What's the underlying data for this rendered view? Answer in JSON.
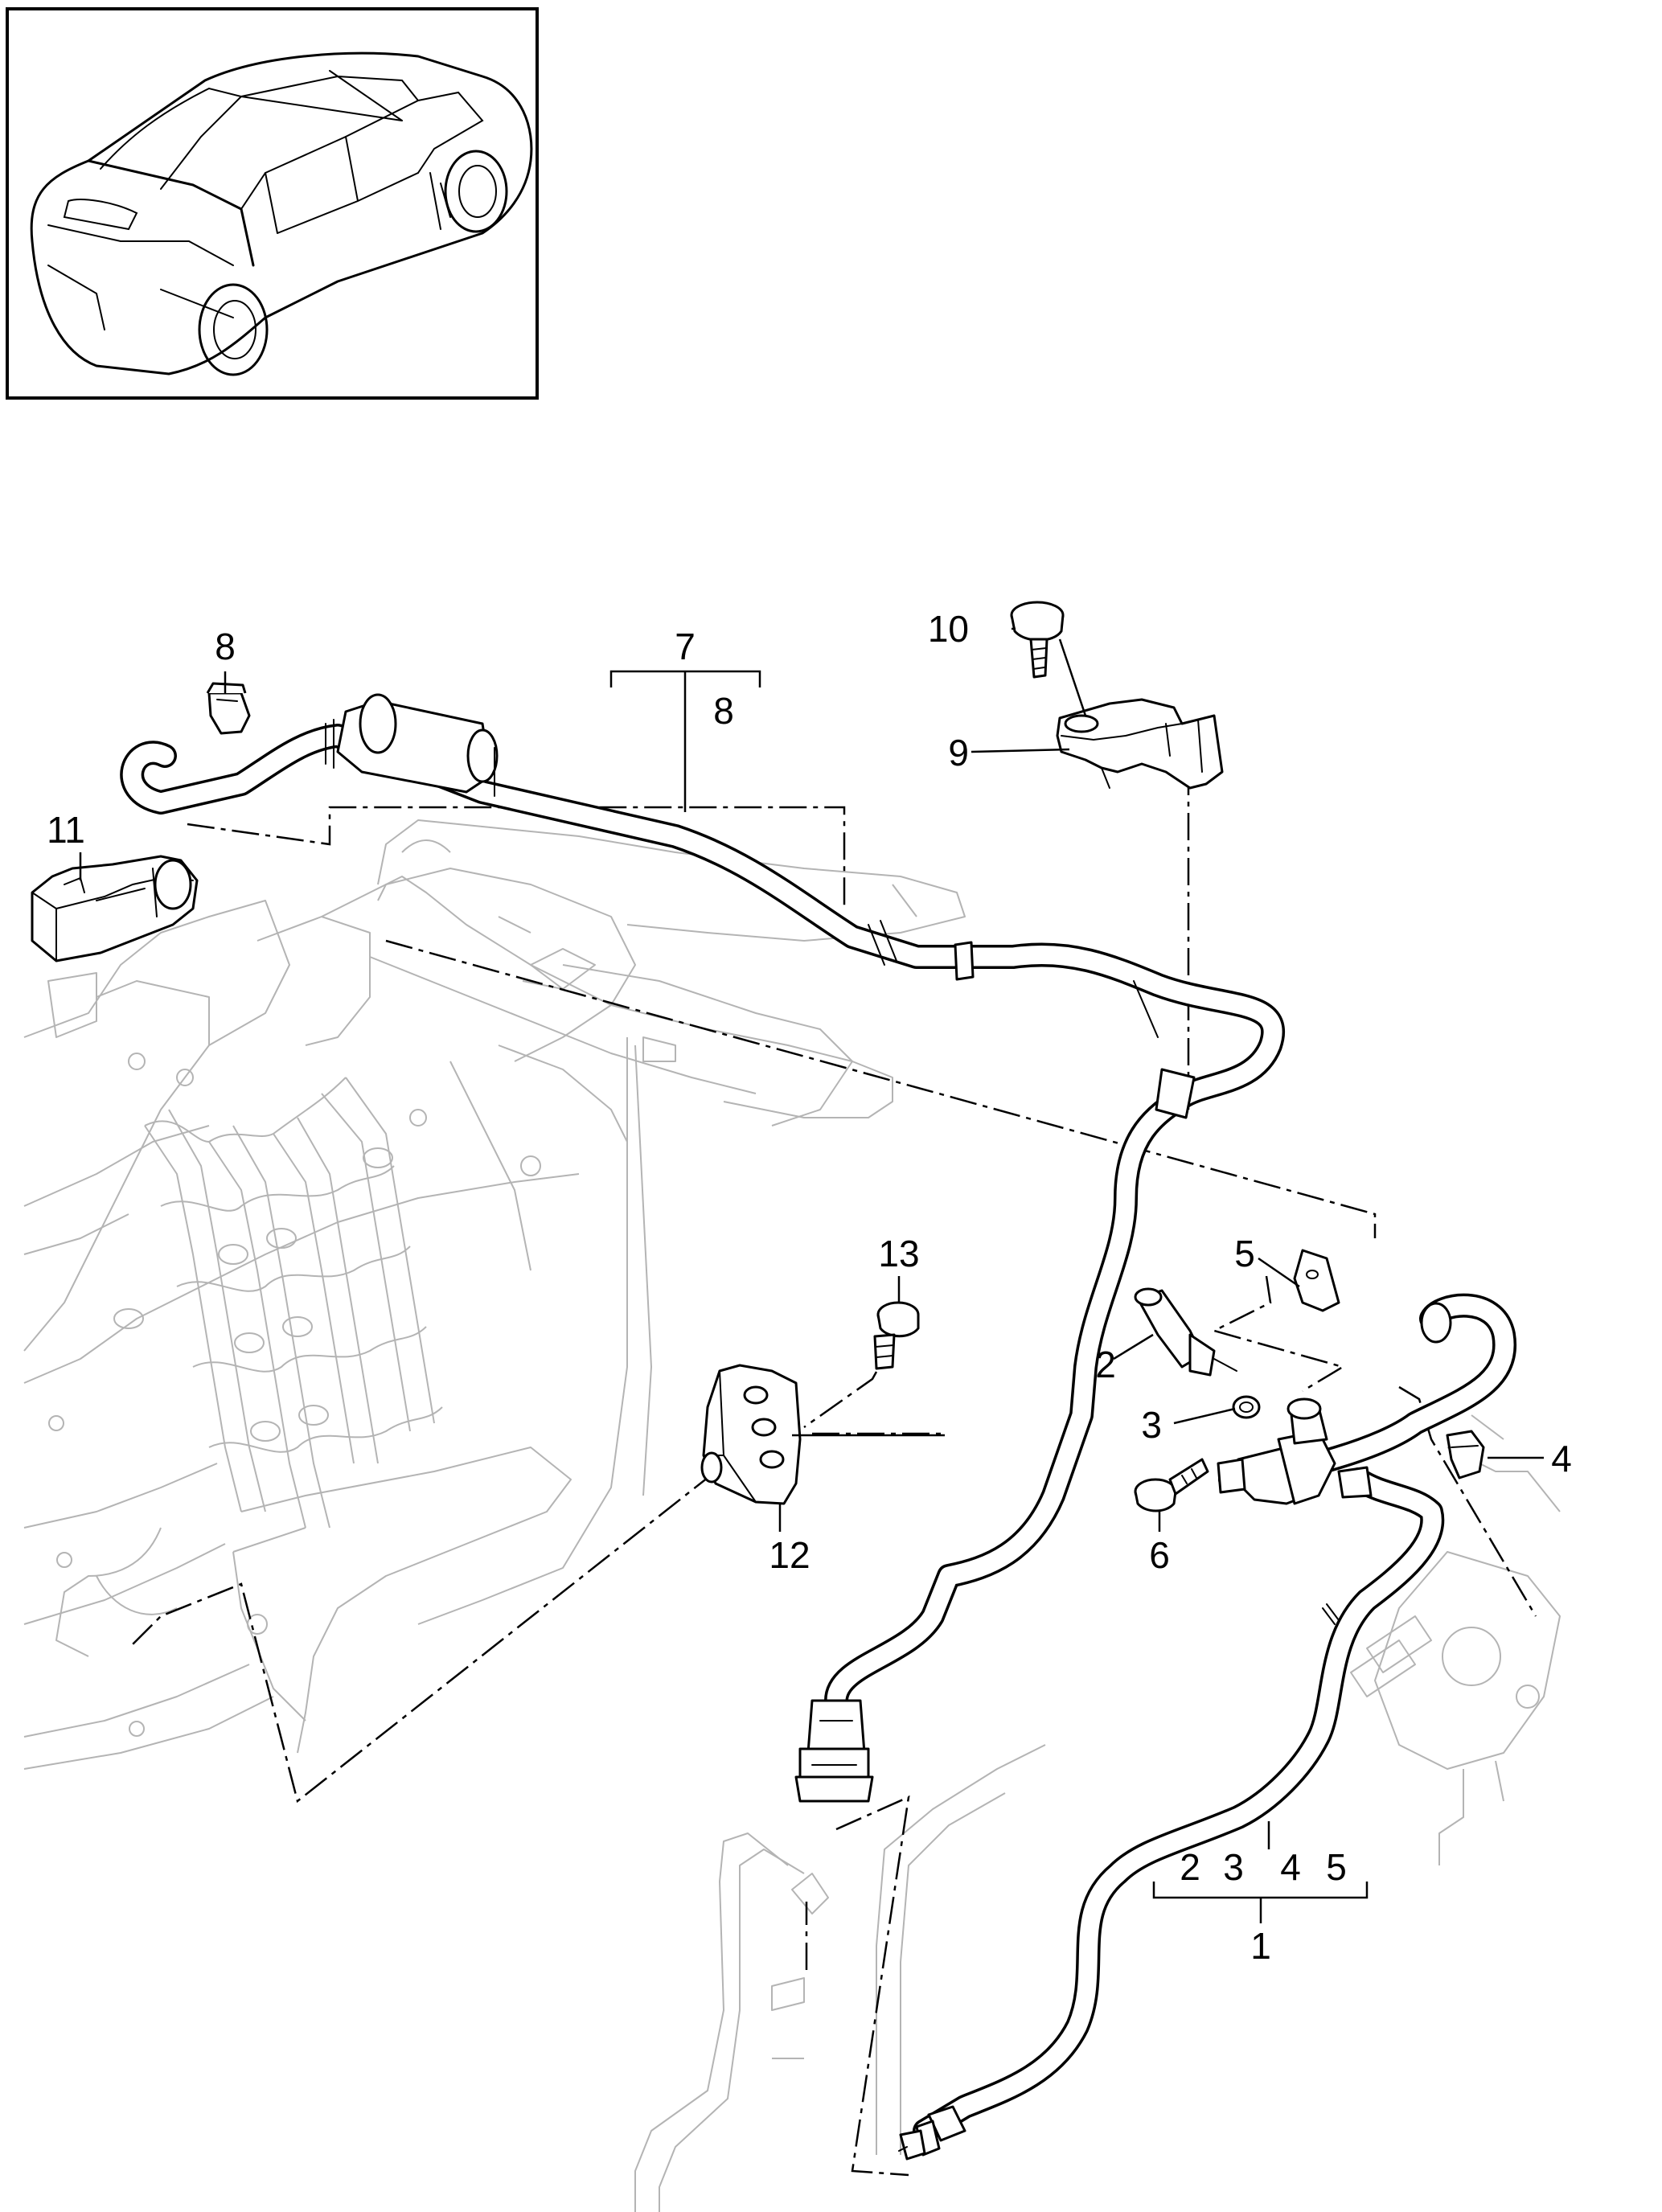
{
  "callouts": [
    {
      "id": "1",
      "text": "1"
    },
    {
      "id": "2",
      "text": "2"
    },
    {
      "id": "3",
      "text": "3"
    },
    {
      "id": "4",
      "text": "4"
    },
    {
      "id": "5",
      "text": "5"
    },
    {
      "id": "6",
      "text": "6"
    },
    {
      "id": "7",
      "text": "7"
    },
    {
      "id": "8a",
      "text": "8"
    },
    {
      "id": "8b",
      "text": "8"
    },
    {
      "id": "9",
      "text": "9"
    },
    {
      "id": "10",
      "text": "10"
    },
    {
      "id": "11",
      "text": "11"
    },
    {
      "id": "12",
      "text": "12"
    },
    {
      "id": "13",
      "text": "13"
    }
  ],
  "group_1": {
    "label": "1",
    "members": [
      "2",
      "3",
      "4",
      "5"
    ]
  },
  "group_7": {
    "label": "7",
    "members": [
      "8"
    ]
  }
}
